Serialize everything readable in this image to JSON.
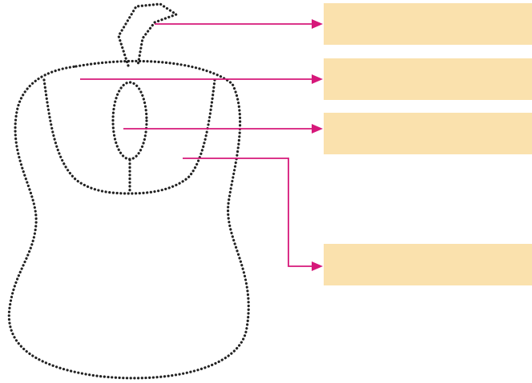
{
  "colors": {
    "outline": "#222222",
    "pointer": "#d6187a",
    "label_fill": "#fae1ad"
  },
  "labels": [
    {
      "id": "cable",
      "text": ""
    },
    {
      "id": "buttons",
      "text": ""
    },
    {
      "id": "scroll-wheel",
      "text": ""
    },
    {
      "id": "body",
      "text": ""
    }
  ]
}
